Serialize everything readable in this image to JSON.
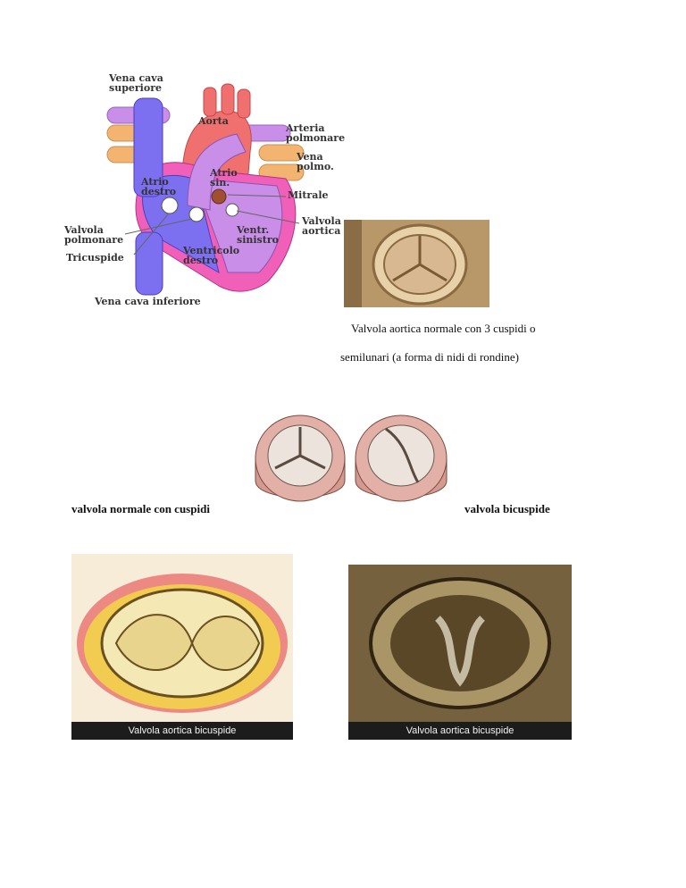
{
  "heart_diagram": {
    "labels": {
      "vena_cava_superiore": [
        "Vena cava",
        "superiore"
      ],
      "aorta": "Aorta",
      "arteria_polmonare": [
        "Arteria",
        "polmonare"
      ],
      "vena_polmo": [
        "Vena",
        "polmo."
      ],
      "atrio_sin": [
        "Atrio",
        "sin."
      ],
      "atrio_destro": [
        "Atrio",
        "destro"
      ],
      "mitrale": "Mitrale",
      "valvola_aortica": [
        "Valvola",
        "aortica"
      ],
      "valvola_polmonare": [
        "Valvola",
        "polmonare"
      ],
      "ventr_sinistro": [
        "Ventr.",
        "sinistro"
      ],
      "ventricolo_destro": [
        "Ventricolo",
        "destro"
      ],
      "tricuspide": "Tricuspide",
      "vena_cava_inferiore": "Vena cava inferiore"
    },
    "colors": {
      "blue": "#7c6ff0",
      "red": "#f07070",
      "pink": "#f060b8",
      "lilac": "#c98ee8",
      "orange": "#f2b470"
    }
  },
  "photo1": {
    "caption_line1": "Valvola aortica normale con 3 cuspidi o",
    "caption_line2": "semilunari (a forma di nidi di rondine)"
  },
  "valves_illustration": {
    "left_caption": "valvola  normale con cuspidi",
    "right_caption": "valvola bicuspide"
  },
  "photo_left": {
    "banner": "Valvola aortica bicuspide"
  },
  "photo_right": {
    "banner": "Valvola aortica bicuspide"
  }
}
